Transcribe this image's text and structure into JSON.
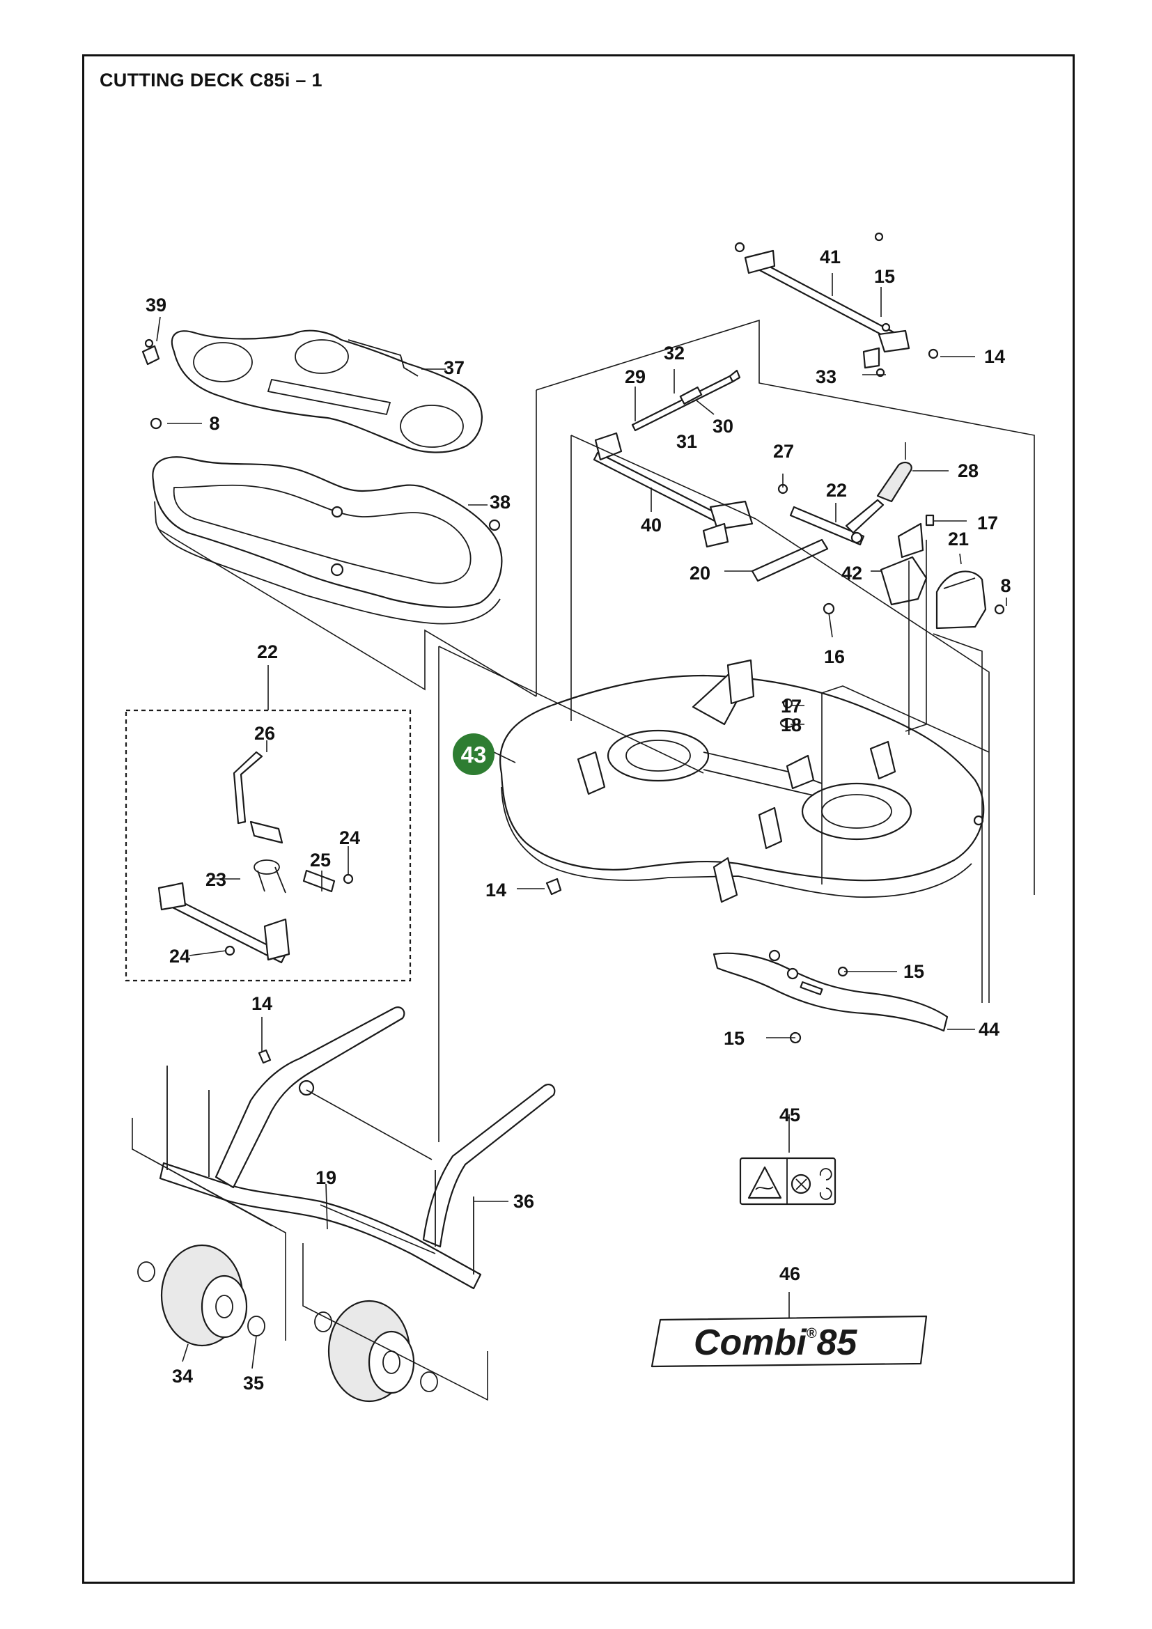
{
  "title": "CUTTING DECK C85i – 1",
  "highlight_color": "#2e7d32",
  "highlight_part": "43",
  "decal_45": "warning-decal",
  "decal_46": {
    "text_main": "Combi",
    "text_num": "85",
    "registered": "®"
  },
  "labels": [
    "39",
    "37",
    "8",
    "38",
    "22",
    "26",
    "23",
    "25",
    "24",
    "24",
    "41",
    "15",
    "14",
    "33",
    "32",
    "29",
    "31",
    "30",
    "27",
    "28",
    "22",
    "17",
    "21",
    "8",
    "40",
    "20",
    "42",
    "16",
    "17",
    "18",
    "43",
    "14",
    "15",
    "44",
    "15",
    "14",
    "19",
    "36",
    "34",
    "35",
    "45",
    "46"
  ]
}
